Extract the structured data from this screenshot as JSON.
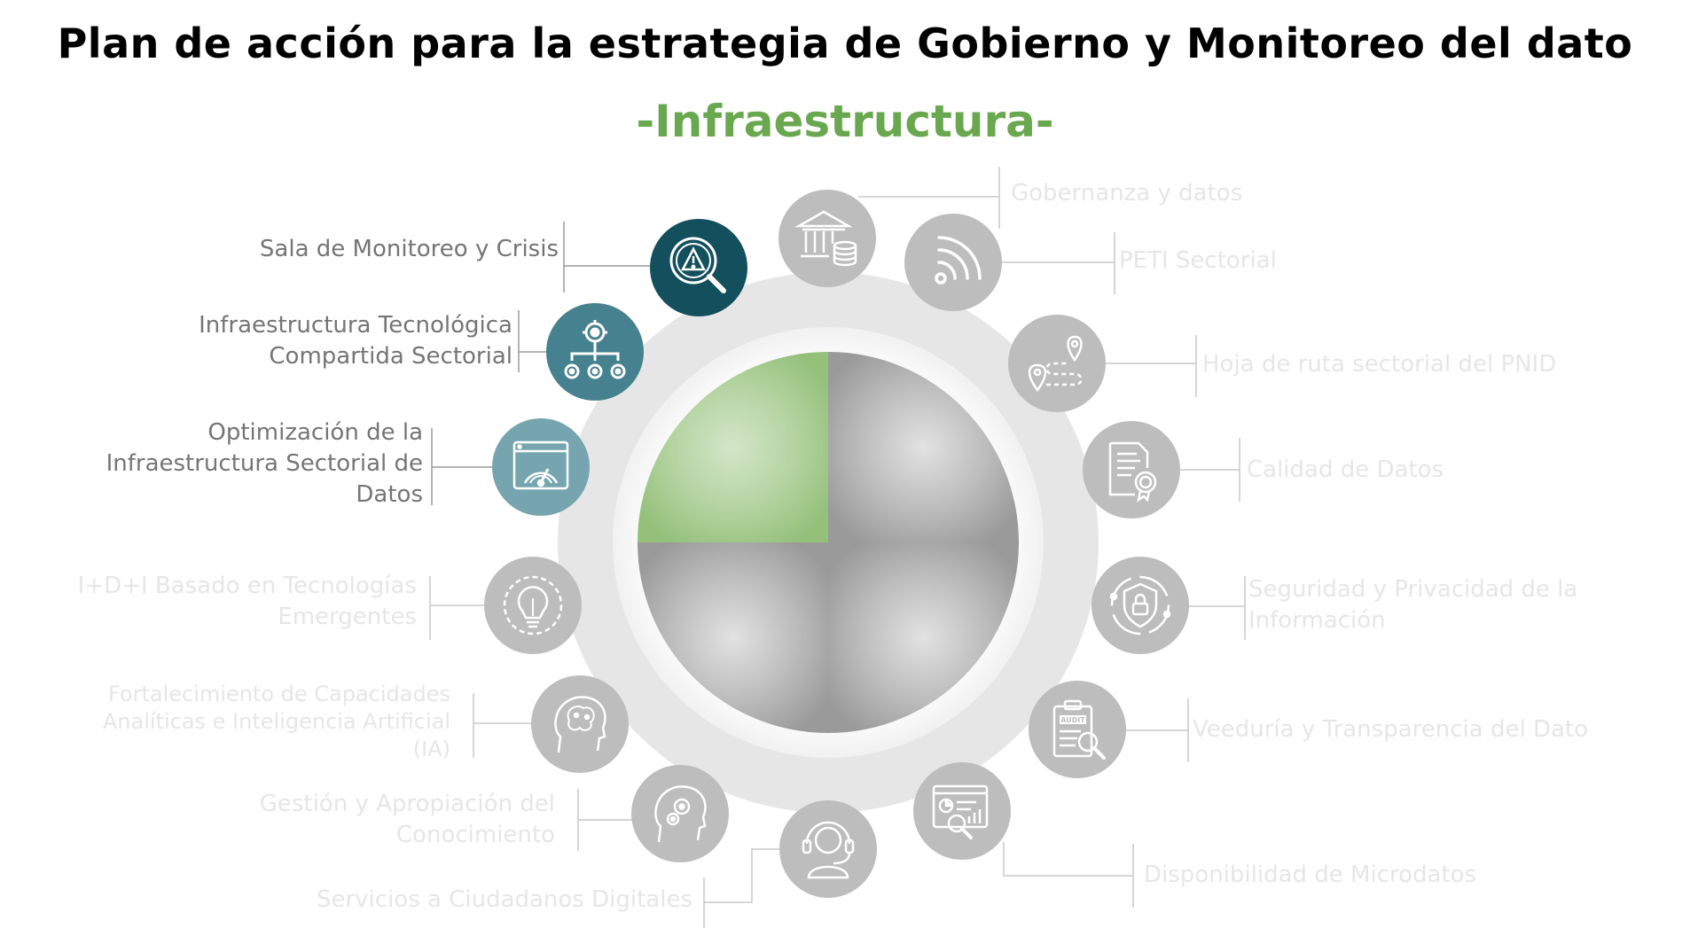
{
  "header": {
    "title": "Plan de acción para la estrategia de Gobierno y Monitoreo del dato",
    "subtitle": "-Infraestructura-"
  },
  "colors": {
    "accent_green": "#6aa84f",
    "active_dark": "#134f5c",
    "active_mid": "#45818e",
    "active_light": "#76a5af",
    "inactive_circle": "#bdbdbd",
    "ring": "#e6e6e6",
    "active_text": "#757575",
    "inactive_text": "#e6e6e6"
  },
  "items": [
    {
      "id": "sala",
      "label": "Sala de Monitoreo y Crisis",
      "icon": "alert-search-icon",
      "active": true
    },
    {
      "id": "infra-compartida",
      "label_lines": [
        "Infraestructura Tecnológica",
        "Compartida Sectorial"
      ],
      "icon": "gear-network-icon",
      "active": true
    },
    {
      "id": "optimizacion",
      "label_lines": [
        "Optimización de la",
        "Infraestructura Sectorial de",
        "Datos"
      ],
      "icon": "speedometer-icon",
      "active": true
    },
    {
      "id": "idi",
      "label_lines": [
        "I+D+I Basado en Tecnologías",
        "Emergentes"
      ],
      "icon": "bulb-gear-icon",
      "active": false
    },
    {
      "id": "fortalecimiento",
      "label_lines": [
        "Fortalecimiento de Capacidades",
        "Analíticas e Inteligencia Artificial",
        "(IA)"
      ],
      "icon": "brain-head-icon",
      "active": false
    },
    {
      "id": "gestion",
      "label_lines": [
        "Gestión y Apropiación del",
        "Conocimiento"
      ],
      "icon": "head-gears-icon",
      "active": false
    },
    {
      "id": "servicios",
      "label": "Servicios a Ciudadanos Digitales",
      "icon": "headset-icon",
      "active": false
    },
    {
      "id": "gobernanza",
      "label": "Gobernanza y datos",
      "icon": "bank-database-icon",
      "active": false
    },
    {
      "id": "peti",
      "label": "PETI Sectorial",
      "icon": "signal-icon",
      "active": false
    },
    {
      "id": "hoja",
      "label": "Hoja de ruta sectorial del PNID",
      "icon": "route-map-icon",
      "active": false
    },
    {
      "id": "calidad",
      "label": "Calidad de Datos",
      "icon": "certificate-icon",
      "active": false
    },
    {
      "id": "seguridad",
      "label_lines": [
        "Seguridad y Privacidad de la",
        "Información"
      ],
      "icon": "shield-lock-icon",
      "active": false
    },
    {
      "id": "veeduria",
      "label": "Veeduría y Transparencia del Dato",
      "icon": "audit-clipboard-icon",
      "active": false,
      "icon_text": "AUDIT"
    },
    {
      "id": "disponibilidad",
      "label": "Disponibilidad de Microdatos",
      "icon": "report-analysis-icon",
      "active": false
    }
  ]
}
